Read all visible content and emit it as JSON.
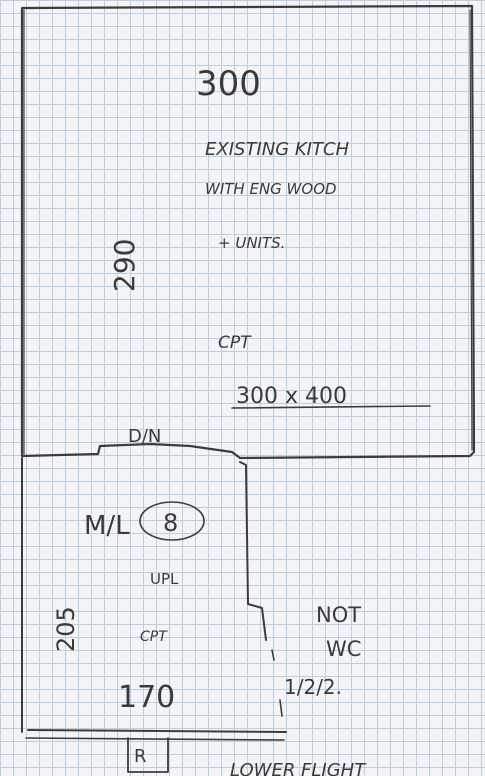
{
  "kitchen": {
    "top_dimension": "300",
    "side_dimension": "290",
    "note_line1": "EXISTING KITCH",
    "note_line2": "WITH ENG WOOD",
    "note_line3": "+ UNITS.",
    "floor": "CPT",
    "size": "300 x 400"
  },
  "door_label": "D/N",
  "room": {
    "tag": "M/L",
    "number": "8",
    "light": "UPL",
    "floor": "CPT",
    "side_dimension": "205",
    "bottom_dimension": "170"
  },
  "wc": {
    "line1": "NOT",
    "line2": "WC"
  },
  "step_note": "1/2/2.",
  "door_bottom": "R",
  "footer_note": "LOWER FLIGHT",
  "colors": {
    "paper": "#f4f4f6",
    "grid": "#b9cfe2",
    "pencil": "#3c3c3c"
  }
}
